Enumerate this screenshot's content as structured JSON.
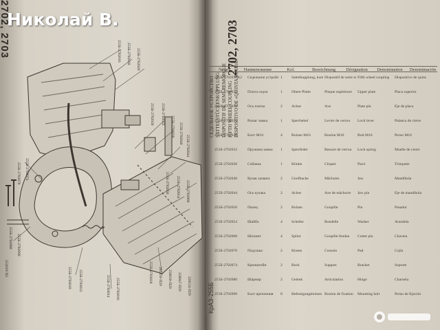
{
  "watermark": "Николай В.",
  "drawing_code": "2702, 2703",
  "page_code": "2702, 2703",
  "model_label": "КрАЗ-255Б",
  "title_lines": [
    "СЕДЕЛЬНОЕ УСТРОЙСТВО",
    "SATTELSTÜCKENKUPPLUNG",
    "DISPOSITIF DE SEMI-REMORQUE",
    "FIFTH WHEEL COUPLING",
    "DISPOSITIVO DE «QUINTA RUEDA»"
  ],
  "column_headers": [
    "№ дет.",
    "Наименование",
    "Kol.",
    "Bezeichnung",
    "Désignation",
    "Denomination",
    "Denominación"
  ],
  "table_columns": [
    [
      "255Б-2702010А2",
      "255Б-2702016",
      "255Б-2702018",
      "255Б-2702026",
      "255Б-2702030",
      "255Б-2702032",
      "255Б-2702036",
      "255Б-2702040",
      "255Б-2702044",
      "255Б-2702050",
      "255Б-2702054",
      "255Б-2702060",
      "255Б-2702070",
      "255Б-2702074",
      "255Б-2702080",
      "255Б-2702090"
    ],
    [
      "Седельное устройство",
      "Плита седла",
      "Ось плиты",
      "Рычаг замка",
      "Болт М16",
      "Пружина замка",
      "Собачка",
      "Кулак захвата",
      "Ось кулака",
      "Палец",
      "Шайба",
      "Шплинт",
      "Подушка",
      "Кронштейн",
      "Шарнир",
      "Болт крепления"
    ],
    [
      "1",
      "1",
      "2",
      "1",
      "4",
      "1",
      "1",
      "2",
      "2",
      "2",
      "4",
      "4",
      "2",
      "2",
      "2",
      "8"
    ],
    [
      "Sattelkupplung, kompl.",
      "Obere Platte",
      "Achse",
      "Sperrhebel",
      "Bolzen M16",
      "Sperrfeder",
      "Klinke",
      "Greifbacke",
      "Achse",
      "Bolzen",
      "Scheibe",
      "Splint",
      "Kissen",
      "Bock",
      "Gelenk",
      "Befestigungsbolzen"
    ],
    [
      "Dispositif de semi-remorque",
      "Plaque supérieure",
      "Axe",
      "Levier de verrou",
      "Boulon M16",
      "Ressort de verrou",
      "Cliquet",
      "Mâchoire",
      "Axe de mâchoire",
      "Goupille",
      "Rondelle",
      "Goupille fendue",
      "Coussin",
      "Support",
      "Articulation",
      "Boulon de fixation"
    ],
    [
      "Fifth wheel coupling, assy",
      "Upper plate",
      "Plate pin",
      "Lock lever",
      "Bolt M16",
      "Lock spring",
      "Pawl",
      "Jaw",
      "Jaw pin",
      "Pin",
      "Washer",
      "Cotter pin",
      "Pad",
      "Bracket",
      "Hinge",
      "Mounting bolt"
    ],
    [
      "Dispositivo de quinta rueda",
      "Placa superior",
      "Eje de placa",
      "Palanca de cierre",
      "Perno M16",
      "Muelle de cierre",
      "Trinquete",
      "Mandíbula",
      "Eje de mandíbula",
      "Pasador",
      "Arandela",
      "Chaveta",
      "Cojín",
      "Soporte",
      "Charnela",
      "Perno de fijación"
    ]
  ],
  "callouts": [
    "255Б-2702016",
    "255Б-2702018",
    "255Б-2702026",
    "255Б-2702030",
    "255Б-2702032",
    "255Б-2702036",
    "255Б-2702040",
    "255Б-2702044",
    "255Б-2702050",
    "255Б-2702054",
    "255Б-2702060",
    "255Б-2702070",
    "255Б-2702074",
    "255Б-2702080",
    "255Б-2702090",
    "255Б-2703010",
    "255Б-2703012",
    "255Б-2703014",
    "255Б-2703016",
    "255Б-2703018",
    "201459-П29",
    "250610-П29",
    "258047-П29",
    "220124-П29",
    "252019-П2"
  ]
}
